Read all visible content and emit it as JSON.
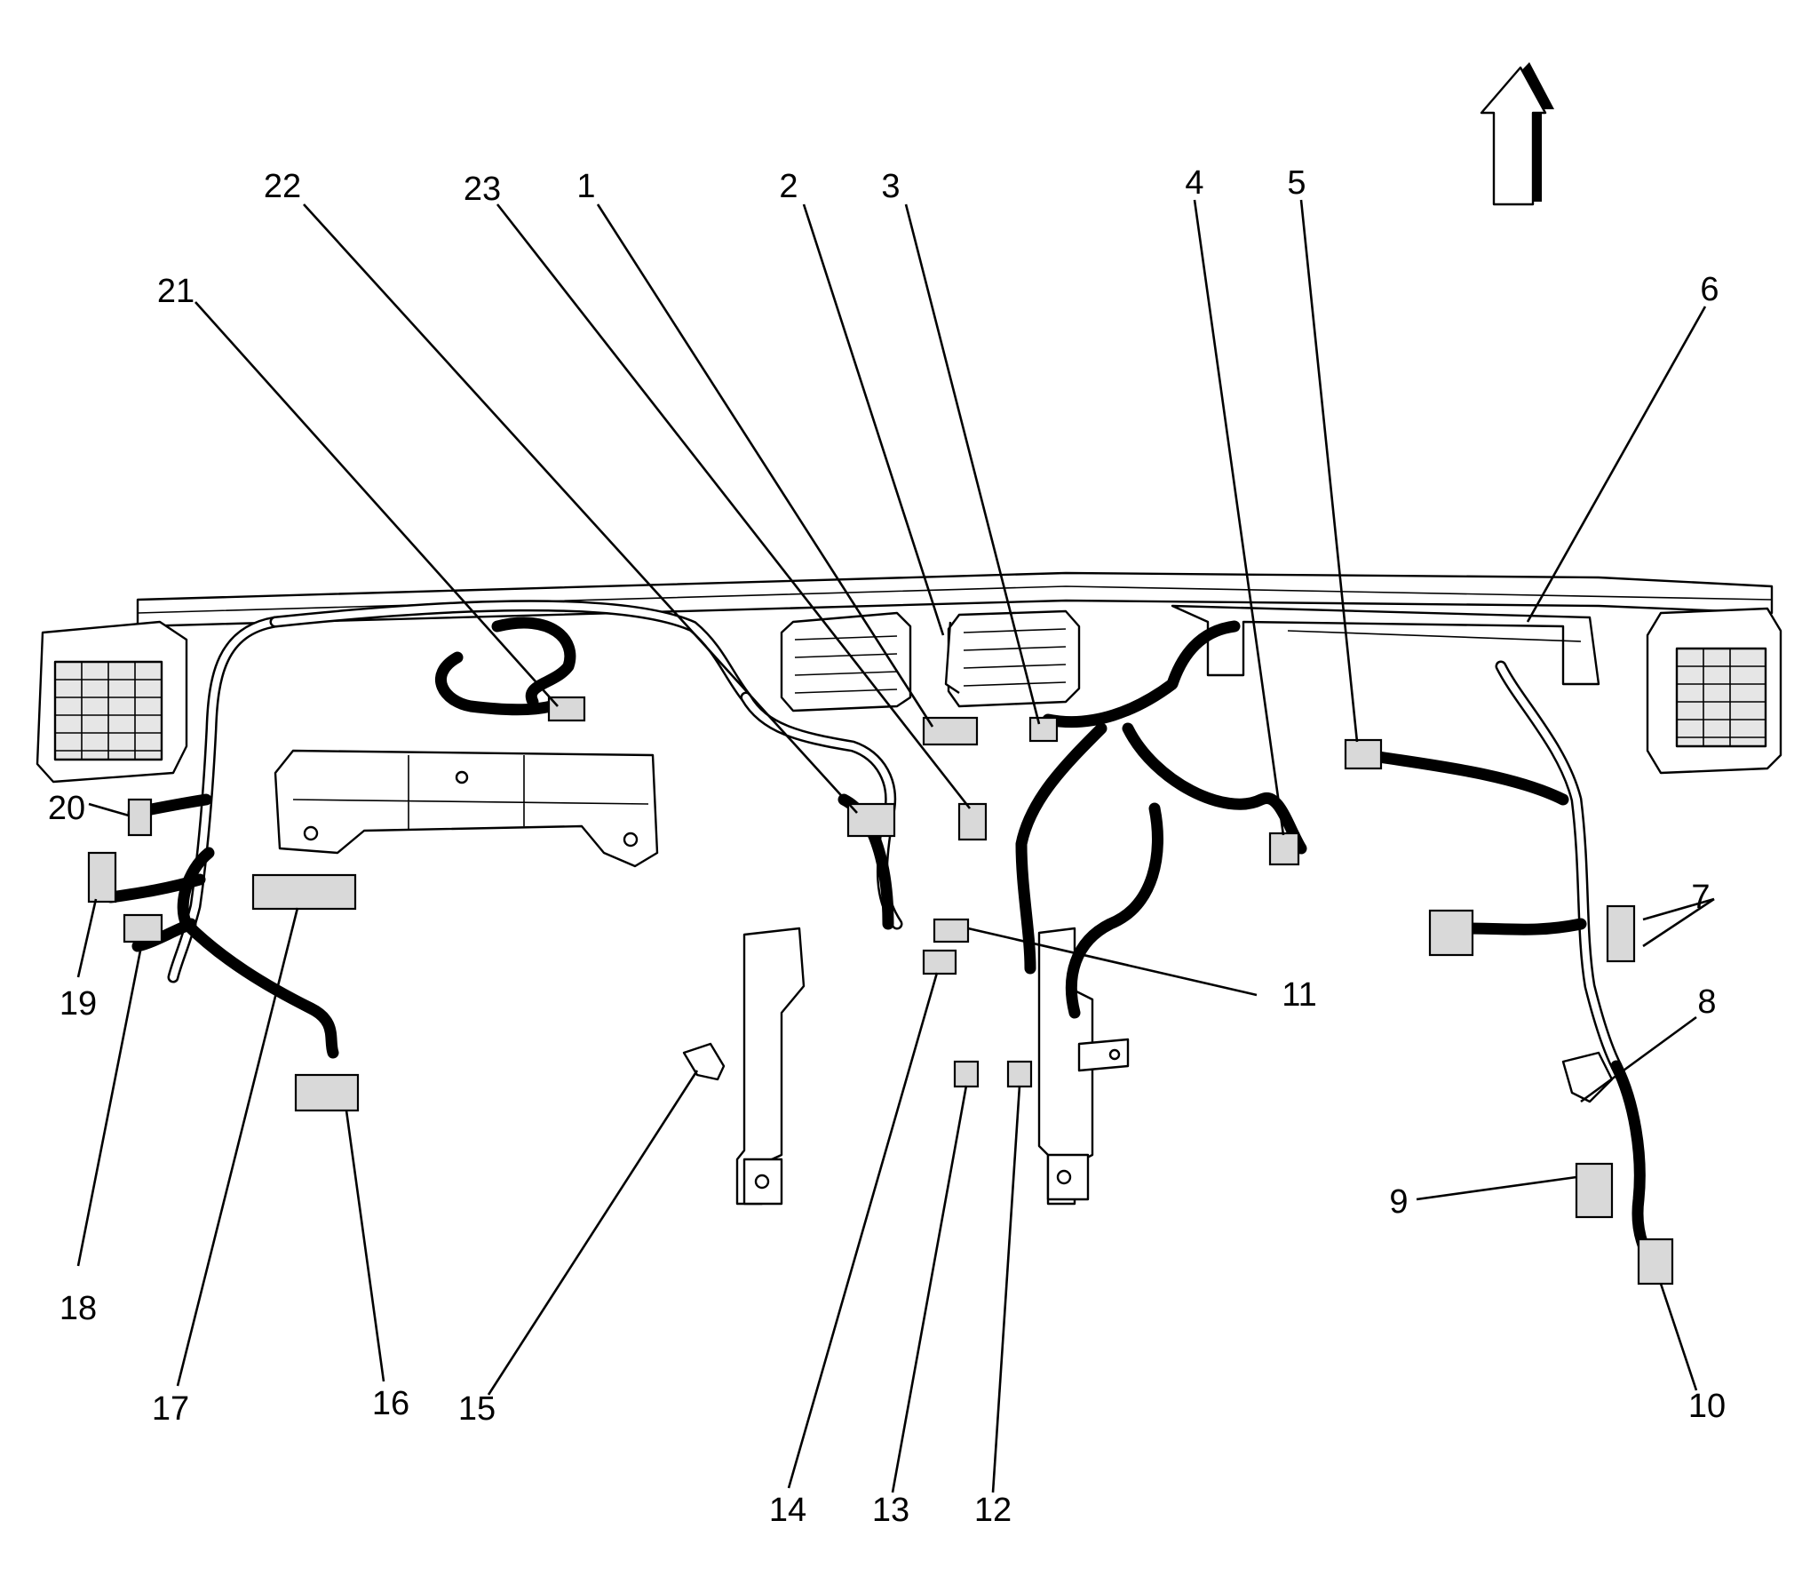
{
  "diagram": {
    "callouts": [
      "1",
      "2",
      "3",
      "4",
      "5",
      "6",
      "7",
      "8",
      "9",
      "10",
      "11",
      "12",
      "13",
      "14",
      "15",
      "16",
      "17",
      "18",
      "19",
      "20",
      "21",
      "22",
      "23"
    ],
    "orientation_arrow": "up-arrow-icon"
  }
}
